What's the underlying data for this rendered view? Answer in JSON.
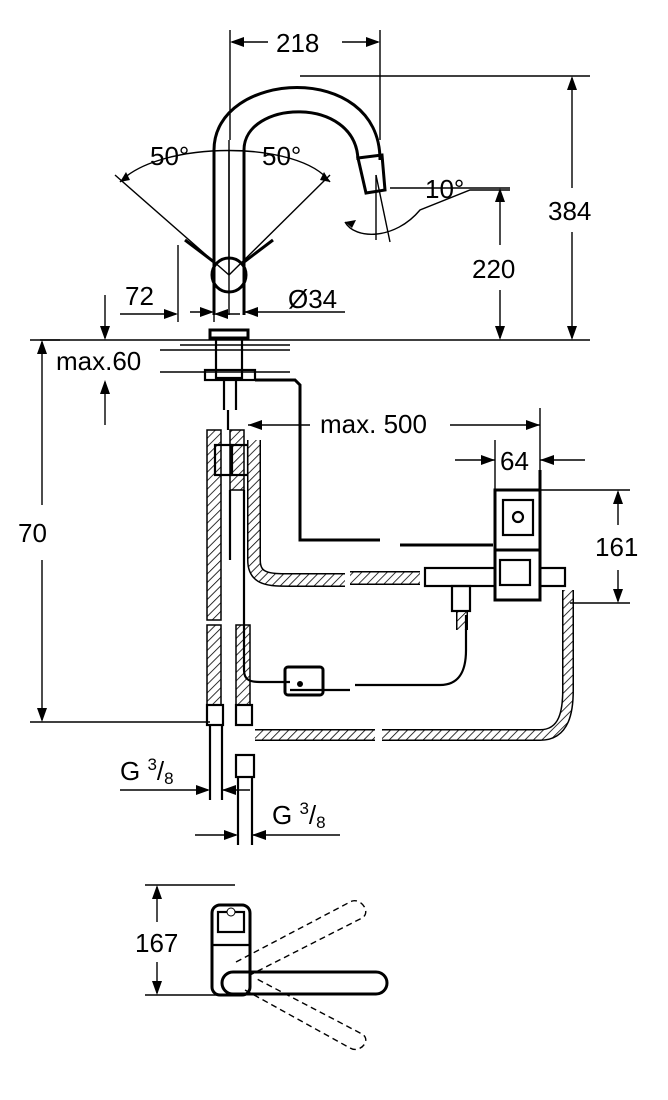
{
  "dimensions": {
    "spout_reach": "218",
    "swivel_left": "50°",
    "swivel_right": "50°",
    "spray_angle": "10°",
    "total_height": "384",
    "spout_height": "220",
    "lever_offset": "72",
    "hole_diameter": "Ø34",
    "max_deck_thickness": "max.60",
    "hose_length": "max. 500",
    "box_width": "64",
    "box_height": "161",
    "lower_height": "70",
    "connection_1_base": "G ",
    "connection_1_num": "3",
    "connection_1_den": "8",
    "connection_2_base": "G ",
    "connection_2_num": "3",
    "connection_2_den": "8",
    "top_view_depth": "167"
  }
}
